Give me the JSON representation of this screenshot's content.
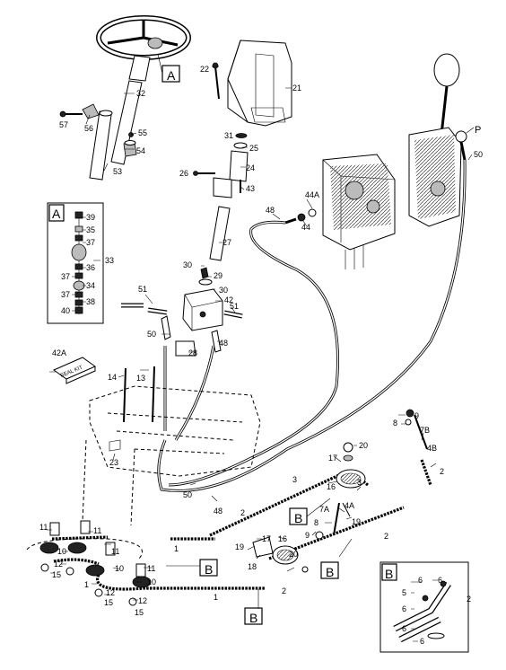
{
  "callouts": {
    "A": "A",
    "B": "B",
    "P": "P",
    "seal_kit_number": "42A",
    "seal_kit_text": "SEAL KIT"
  },
  "part_numbers": {
    "p1a": "1",
    "p1b": "1",
    "p1c": "1",
    "p2a": "2",
    "p2b": "2",
    "p2c": "2",
    "p2d": "2",
    "p2e": "2",
    "p3a": "3",
    "p3b": "3",
    "p4a": "4A",
    "p4b": "4B",
    "p5": "5",
    "p6a": "6",
    "p6b": "6",
    "p6c": "6",
    "p6d": "6",
    "p6e": "6",
    "p7a": "7A",
    "p7b": "7B",
    "p8a": "8",
    "p8b": "8",
    "p9a": "9",
    "p9b": "9",
    "p10a": "10",
    "p10b": "10",
    "p10c": "10",
    "p11a": "11",
    "p11b": "11",
    "p11c": "11",
    "p11d": "11",
    "p12a": "12",
    "p12b": "12",
    "p12c": "12",
    "p13": "13",
    "p14": "14",
    "p15a": "15",
    "p15b": "15",
    "p15c": "15",
    "p16a": "16",
    "p16b": "16",
    "p17a": "17",
    "p17b": "17",
    "p18": "18",
    "p19a": "19",
    "p19b": "19",
    "p20a": "20",
    "p20b": "20",
    "p21": "21",
    "p22": "22",
    "p23": "23",
    "p24": "24",
    "p25": "25",
    "p26": "26",
    "p27": "27",
    "p28": "28",
    "p29": "29",
    "p30a": "30",
    "p30b": "30",
    "p31": "31",
    "p32": "32",
    "p33": "33",
    "p34": "34",
    "p35": "35",
    "p36": "36",
    "p37a": "37",
    "p37b": "37",
    "p37c": "37",
    "p38": "38",
    "p39": "39",
    "p40": "40",
    "p42": "42",
    "p43": "43",
    "p44a": "44A",
    "p44b": "44",
    "p48a": "48",
    "p48b": "48",
    "p48c": "48",
    "p50a": "50",
    "p50b": "50",
    "p50c": "50",
    "p51a": "51",
    "p51b": "51",
    "p53": "53",
    "p54": "54",
    "p55": "55",
    "p56": "56",
    "p57": "57"
  }
}
